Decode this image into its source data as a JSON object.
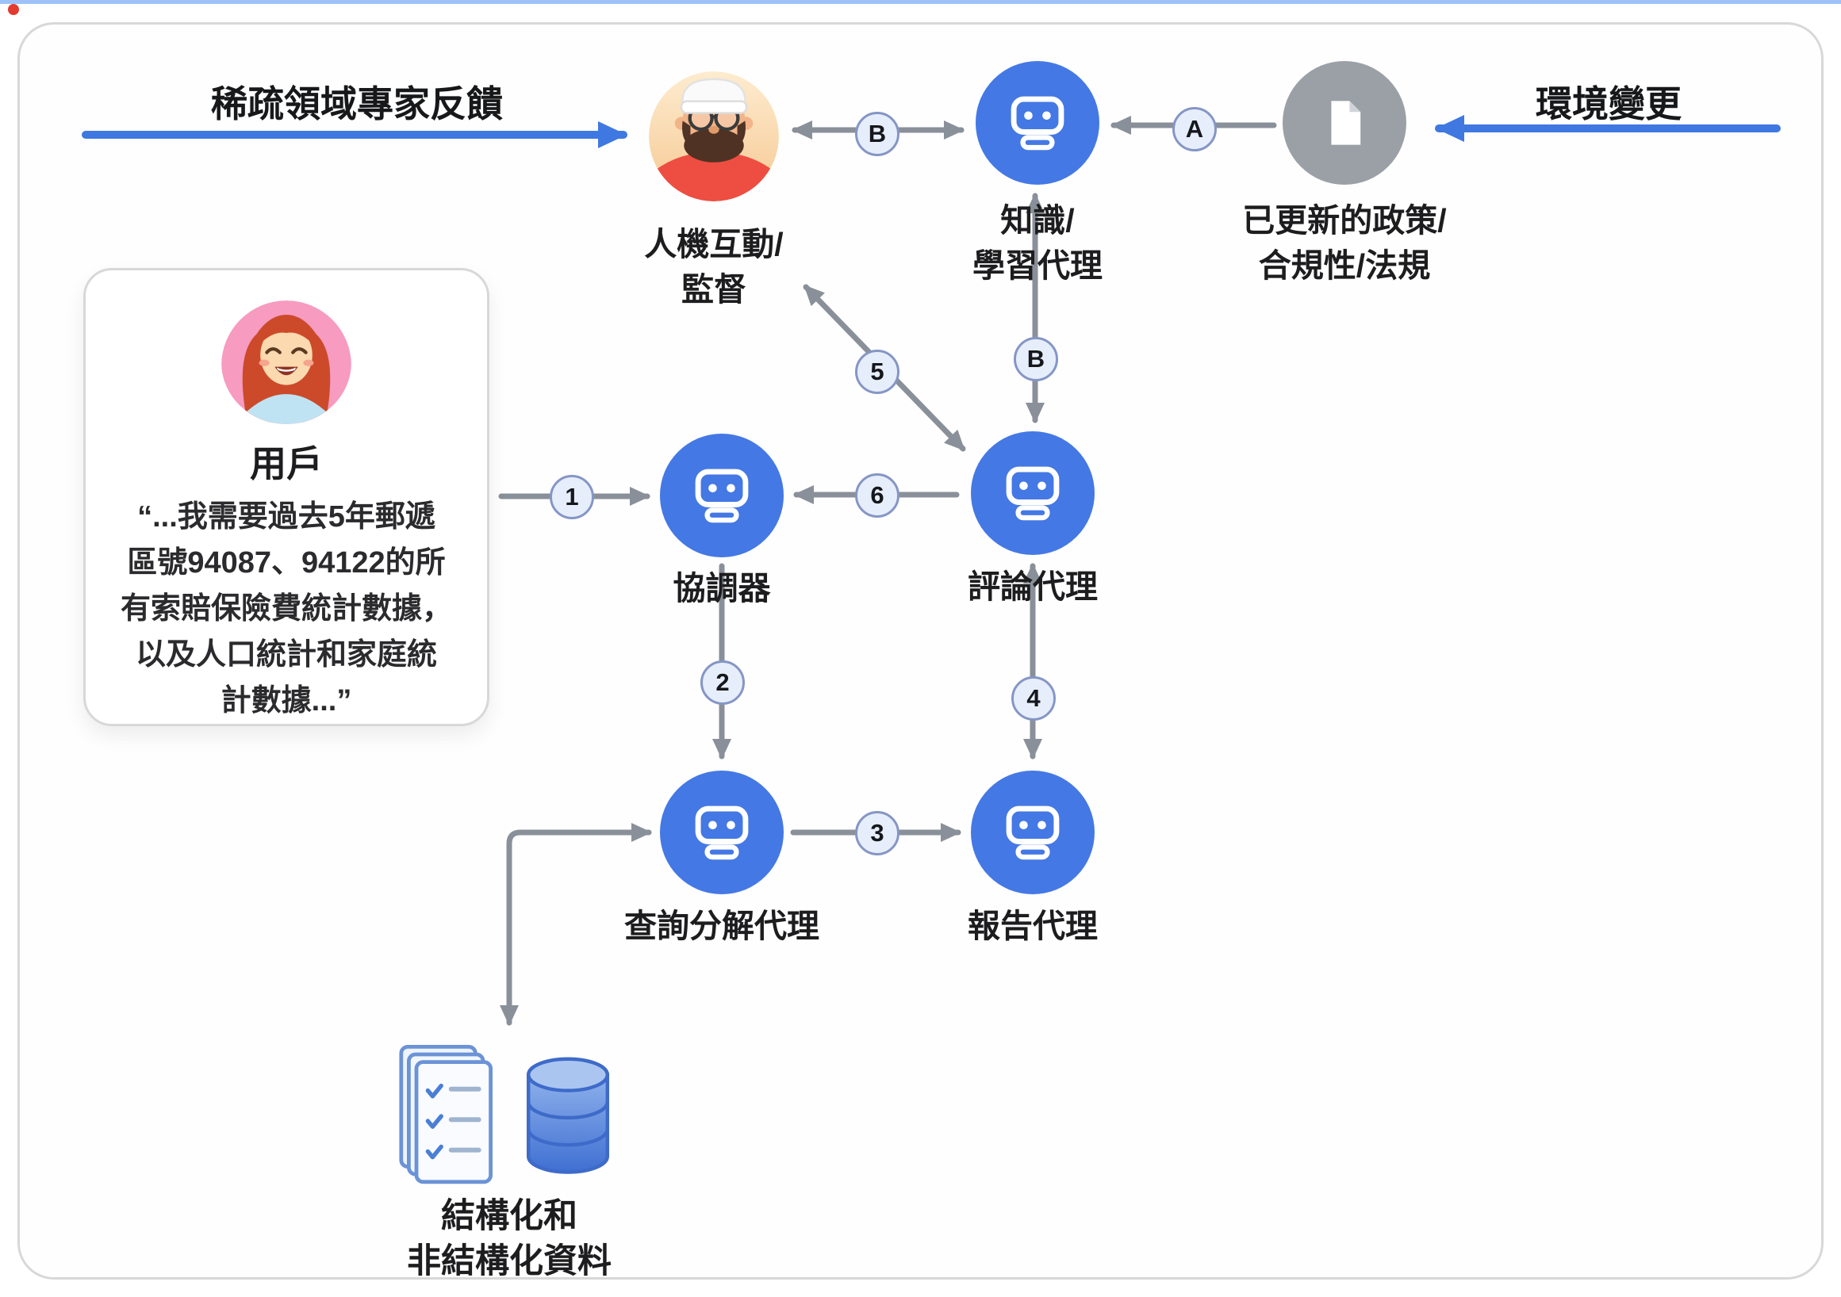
{
  "header": {
    "expert_feedback_label": "稀疏領域專家反饋",
    "environment_change_label": "環境變更"
  },
  "nodes": {
    "supervisor": {
      "label_line1": "人機互動/",
      "label_line2": "監督"
    },
    "knowledge_agent": {
      "label_line1": "知識/",
      "label_line2": "學習代理"
    },
    "policy_doc": {
      "label_line1": "已更新的政策/",
      "label_line2": "合規性/法規"
    },
    "coordinator": {
      "label": "協調器"
    },
    "review_agent": {
      "label": "評論代理"
    },
    "query_decomposition_agent": {
      "label": "查詢分解代理"
    },
    "report_agent": {
      "label": "報告代理"
    },
    "data_store": {
      "label_line1": "結構化和",
      "label_line2": "非結構化資料"
    }
  },
  "user_card": {
    "name": "用戶",
    "quote_lines": [
      "“...我需要過去5年郵遞",
      "區號94087、94122的所",
      "有索賠保險費統計數據，",
      "以及人口統計和家庭統",
      "計數據...”"
    ]
  },
  "step_badges": {
    "a": "A",
    "b_top": "B",
    "b_vertical": "B",
    "s1": "1",
    "s2": "2",
    "s3": "3",
    "s4": "4",
    "s5": "5",
    "s6": "6"
  },
  "colors": {
    "agent_blue": "#4478e4",
    "document_gray": "#9aa0a6",
    "arrow_gray": "#8a9099",
    "arrow_blue": "#3f78e0",
    "badge_fill": "#e7eefb",
    "badge_border": "#8596c5",
    "user_avatar_bg": "#f79bc0"
  }
}
